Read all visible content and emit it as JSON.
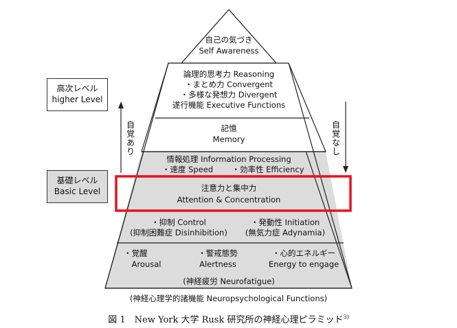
{
  "pyramid": {
    "top": {
      "jp": "自己の気づき",
      "en": "Self Awareness"
    },
    "reasoning": {
      "line1": "論理的思考力 Reasoning",
      "line2": "・まとめ力 Convergent",
      "line3": "・多様な発想力 Divergent",
      "line4": "遂行機能  Executive Functions"
    },
    "memory": {
      "jp": "記憶",
      "en": "Memory"
    },
    "processing": {
      "line1": "情報処理 Information Processing",
      "speed": "・速度 Speed",
      "efficiency": "・効率性 Efficiency"
    },
    "attention": {
      "jp": "注意力と集中力",
      "en": "Attention & Concentration"
    },
    "control": {
      "left1": "・抑制 Control",
      "left2": "(抑制困難症 Disinhibition)",
      "right1": "・発動性 Initiation",
      "right2": "(無気力症 Adynamia)"
    },
    "base": {
      "arousal_jp": "・覚醒",
      "arousal_en": "Arousal",
      "alert_jp": "・警戒態勢",
      "alert_en": "Alertness",
      "energy_jp": "・心的エネルギー",
      "energy_en": "Energy to engage",
      "fatigue": "(神経疲労 Neurofatigue)"
    },
    "highlight_color": "#e8121f",
    "shade_color": "#dcdcdc"
  },
  "side": {
    "higher": {
      "jp": "高次レベル",
      "en": "higher Level"
    },
    "basic": {
      "jp": "基礎レベル",
      "en": "Basic Level"
    },
    "aware_yes": [
      "自",
      "覚",
      "あ",
      "り"
    ],
    "aware_no": [
      "自",
      "覚",
      "な",
      "し"
    ]
  },
  "footer": "(神経心理学的諸機能 Neuropsychological Functions)",
  "caption": {
    "text": "図 1　New York 大学 Rusk 研究所の神経心理ピラミッド",
    "ref": "3)"
  }
}
